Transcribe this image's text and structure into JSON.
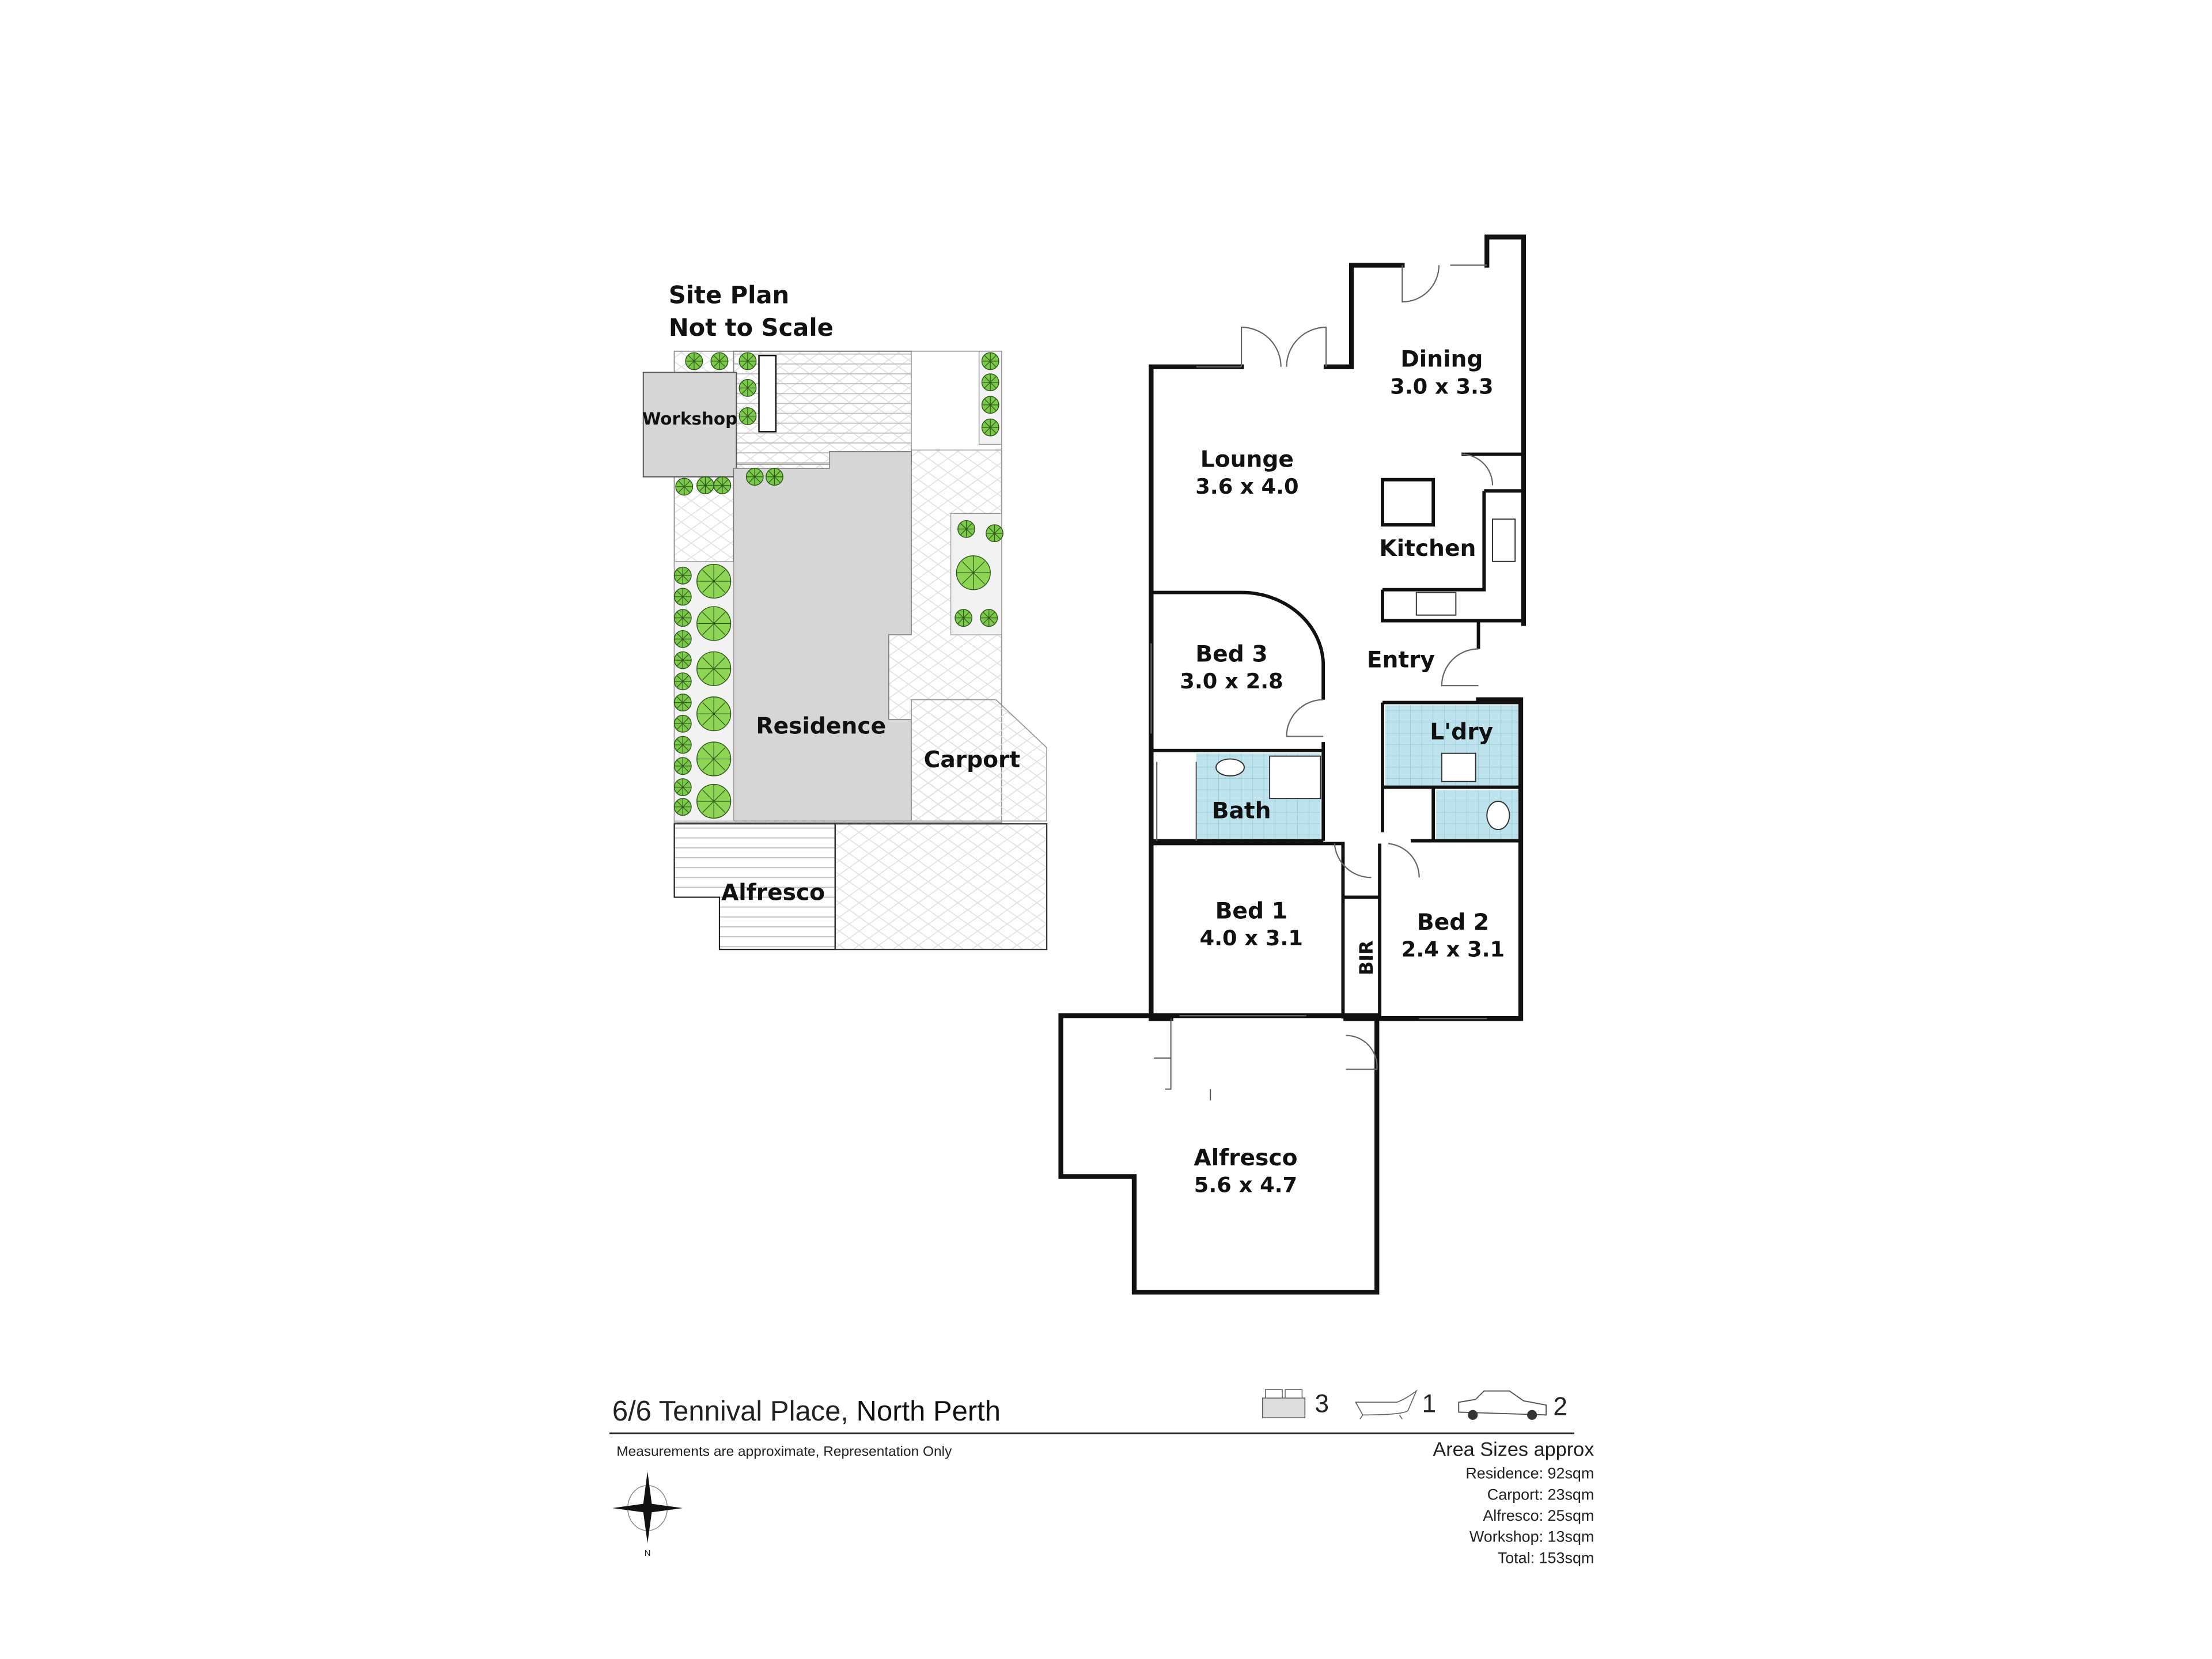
{
  "site_plan": {
    "title": "Site Plan",
    "subtitle": "Not to Scale",
    "areas": {
      "workshop": "Workshop",
      "residence": "Residence",
      "carport": "Carport",
      "alfresco": "Alfresco"
    }
  },
  "floor_plan": {
    "rooms": [
      {
        "name": "Dining",
        "size": "3.0 x 3.3"
      },
      {
        "name": "Lounge",
        "size": "3.6 x 4.0"
      },
      {
        "name": "Kitchen",
        "size": ""
      },
      {
        "name": "Bed 3",
        "size": "3.0 x 2.8"
      },
      {
        "name": "Entry",
        "size": ""
      },
      {
        "name": "L'dry",
        "size": ""
      },
      {
        "name": "Bath",
        "size": ""
      },
      {
        "name": "Bed 1",
        "size": "4.0 x 3.1"
      },
      {
        "name": "Bed 2",
        "size": "2.4 x 3.1"
      },
      {
        "name": "BIR",
        "size": ""
      },
      {
        "name": "Alfresco",
        "size": "5.6 x 4.7"
      }
    ]
  },
  "footer": {
    "address_street": "6/6 Tennival Place, ",
    "address_suburb": "North Perth",
    "disclaimer": "Measurements are approximate, Representation Only",
    "features": {
      "bedrooms": "3",
      "bathrooms": "1",
      "car_spaces": "2"
    },
    "icons": [
      "bed-icon",
      "bathtub-icon",
      "car-icon",
      "compass-icon"
    ],
    "compass_label": "N",
    "area_title": "Area Sizes approx",
    "areas": [
      "Residence: 92sqm",
      "Carport: 23sqm",
      "Alfresco: 25sqm",
      "Workshop: 13sqm",
      "Total: 153sqm"
    ]
  },
  "colors": {
    "wet_area": "#bfe3ec",
    "plant": "#7cc84a",
    "building": "#d6d6d6"
  }
}
